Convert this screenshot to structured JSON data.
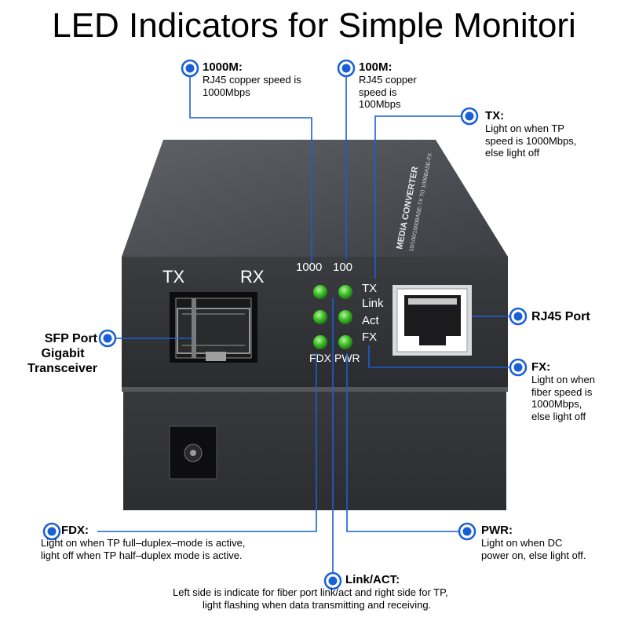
{
  "title": "LED Indicators for Simple Monitori",
  "device": {
    "top_label": "MEDIA CONVERTER",
    "top_sublabel": "10/100/1000BASE-TX TO 1000BASE-FX",
    "sfp_tx": "TX",
    "sfp_rx": "RX",
    "led_col1_header": "1000",
    "led_col2_header": "100",
    "led_row_labels": [
      "TX",
      "Link",
      "Act",
      "FX"
    ],
    "led_bottom_labels": [
      "FDX",
      "PWR"
    ],
    "led_color": "#3fbf2a"
  },
  "callouts": {
    "c1000m": {
      "head": "1000M:",
      "lines": [
        "RJ45 copper speed is",
        "1000Mbps"
      ]
    },
    "c100m": {
      "head": "100M:",
      "lines": [
        "RJ45 copper",
        "speed is",
        "100Mbps"
      ]
    },
    "tx": {
      "head": "TX:",
      "lines": [
        "Light on when TP",
        "speed is 1000Mbps,",
        "else light off"
      ]
    },
    "rj45": {
      "head": "RJ45 Port"
    },
    "sfp": {
      "lines": [
        "SFP Port",
        "Gigabit",
        "Transceiver"
      ]
    },
    "fx": {
      "head": "FX:",
      "lines": [
        "Light on when",
        "fiber speed is",
        "1000Mbps,",
        "else light off"
      ]
    },
    "fdx": {
      "head": "FDX:",
      "lines": [
        "Light on when TP full–duplex–mode is active,",
        "light off when TP half–duplex mode is active."
      ]
    },
    "pwr": {
      "head": "PWR:",
      "lines": [
        "Light on when DC",
        "power on, else light off."
      ]
    },
    "linkact": {
      "head": "Link/ACT:",
      "lines": [
        "Left side is indicate for fiber port link/act and right side for TP,",
        "light flashing when data transmitting and receiving."
      ]
    }
  },
  "accent_color": "#1a5fd6"
}
